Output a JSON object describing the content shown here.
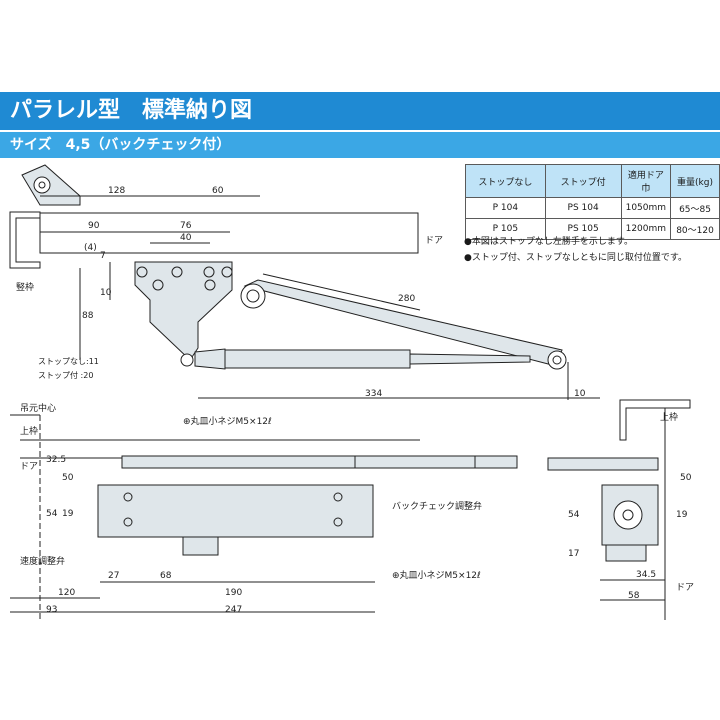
{
  "title": "パラレル型　標準納り図",
  "subtitle": "サイズ　4,5（バックチェック付）",
  "spec_table": {
    "headers": [
      "ストップなし",
      "ストップ付",
      "適用ドア巾",
      "重量(kg)"
    ],
    "rows": [
      [
        "P 104",
        "PS 104",
        "1050mm",
        "65〜85"
      ],
      [
        "P 105",
        "PS 105",
        "1200mm",
        "80〜120"
      ]
    ]
  },
  "notes": [
    "●本図はストップなし左勝手を示します。",
    "●ストップ付、ストップなしともに同じ取付位置です。"
  ],
  "top_view": {
    "dims": {
      "d128": "128",
      "d60": "60",
      "d90": "90",
      "d76": "76",
      "d40": "40",
      "d4": "(4)",
      "d7": "7",
      "d10": "10",
      "d88": "88",
      "d280": "280",
      "d334": "334",
      "d10b": "10"
    },
    "labels": {
      "door": "ドア",
      "frame": "竪枠",
      "stop_none": "ストップなし:11",
      "stop_with": "ストップ付 :20"
    }
  },
  "front_view": {
    "labels": {
      "hinge_center": "吊元中心",
      "upper_frame": "上枠",
      "door": "ドア",
      "screw_top": "⊕丸皿小ネジM5×12ℓ",
      "backcheck": "バックチェック調整弁",
      "speed": "速度調整弁",
      "screw_bottom": "⊕丸皿小ネジM5×12ℓ"
    },
    "dims": {
      "d32_5": "32.5",
      "d50": "50",
      "d54": "54",
      "d19": "19",
      "d27": "27",
      "d68": "68",
      "d190": "190",
      "d120": "120",
      "d93": "93",
      "d247": "247"
    }
  },
  "side_view": {
    "labels": {
      "upper_frame": "上枠",
      "door": "ドア"
    },
    "dims": {
      "d50": "50",
      "d54": "54",
      "d19": "19",
      "d17": "17",
      "d34_5": "34.5",
      "d58": "58"
    }
  },
  "colors": {
    "title_bg": "#1f8ad3",
    "subtitle_bg": "#3ba7e5",
    "part_fill": "#dfe6ea",
    "table_header": "#bfe3f7"
  }
}
